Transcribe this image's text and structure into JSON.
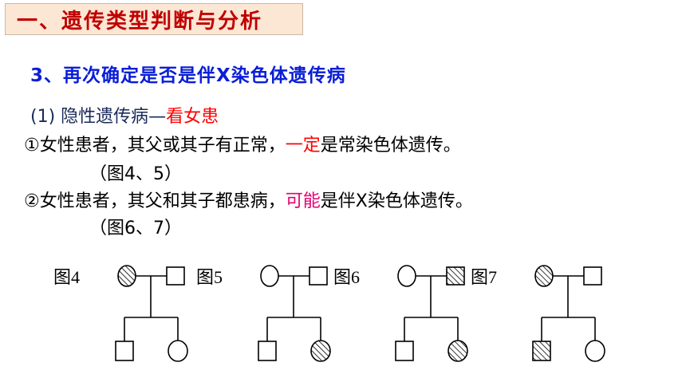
{
  "title": "一、遗传类型判断与分析",
  "heading": "3、再次确定是否是伴X染色体遗传病",
  "line1": {
    "prefix": "(1) 隐性遗传病—",
    "highlight": "看女患"
  },
  "line2": {
    "pre": "①女性患者，其父或其子有正常，",
    "highlight": "一定",
    "post": "是常染色体遗传。"
  },
  "line3": "（图4、5）",
  "line4": {
    "pre": "②女性患者，其父和其子都患病，",
    "highlight": "可能",
    "post": "是伴X染色体遗传。"
  },
  "line5": "（图6、7）",
  "colors": {
    "title_bg": "#fce6d4",
    "title_text": "#c00000",
    "heading": "#0a1ed6",
    "red": "#ff0000",
    "pink": "#e5006e"
  },
  "pedigrees": [
    {
      "label": "图4",
      "mother_affected": true,
      "father_affected": false,
      "son_affected": false,
      "daughter_affected": false
    },
    {
      "label": "图5",
      "mother_affected": false,
      "father_affected": false,
      "son_affected": false,
      "daughter_affected": true
    },
    {
      "label": "图6",
      "mother_affected": false,
      "father_affected": true,
      "son_affected": false,
      "daughter_affected": true
    },
    {
      "label": "图7",
      "mother_affected": true,
      "father_affected": false,
      "son_affected": true,
      "daughter_affected": false
    }
  ]
}
